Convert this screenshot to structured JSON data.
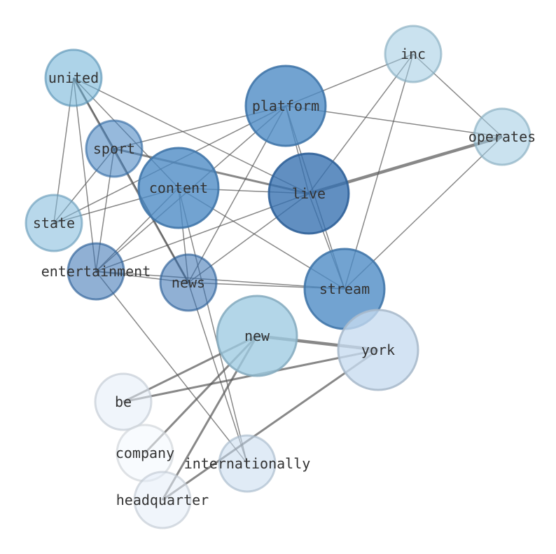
{
  "graph": {
    "nodes": [
      {
        "id": "united",
        "label": "united",
        "color": "#6aaed6",
        "weight": 0.55
      },
      {
        "id": "inc",
        "label": "inc",
        "color": "#9ecae1",
        "weight": 0.55
      },
      {
        "id": "platform",
        "label": "platform",
        "color": "#4a89c4",
        "weight": 0.78
      },
      {
        "id": "operates",
        "label": "operates",
        "color": "#9ecae1",
        "weight": 0.55
      },
      {
        "id": "sport",
        "label": "sport",
        "color": "#3f7fc0",
        "weight": 0.55
      },
      {
        "id": "content",
        "label": "content",
        "color": "#4a89c4",
        "weight": 0.78
      },
      {
        "id": "live",
        "label": "live",
        "color": "#3470b0",
        "weight": 0.78
      },
      {
        "id": "state",
        "label": "state",
        "color": "#7db8db",
        "weight": 0.55
      },
      {
        "id": "entertainment",
        "label": "entertainment",
        "color": "#3470b0",
        "weight": 0.55
      },
      {
        "id": "news",
        "label": "news",
        "color": "#3470b0",
        "weight": 0.55
      },
      {
        "id": "stream",
        "label": "stream",
        "color": "#4a89c4",
        "weight": 0.78
      },
      {
        "id": "new",
        "label": "new",
        "color": "#9ecae1",
        "weight": 0.78
      },
      {
        "id": "york",
        "label": "york",
        "color": "#c6dbef",
        "weight": 0.78
      },
      {
        "id": "be",
        "label": "be",
        "color": "#e3edf8",
        "weight": 0.55
      },
      {
        "id": "company",
        "label": "company",
        "color": "#f2f7fd",
        "weight": 0.55
      },
      {
        "id": "internationally",
        "label": "internationally",
        "color": "#c6dbef",
        "weight": 0.55
      },
      {
        "id": "headquarter",
        "label": "headquarter",
        "color": "#e3edf8",
        "weight": 0.55
      }
    ],
    "edges": [
      {
        "source": "united",
        "target": "state",
        "weight": 1
      },
      {
        "source": "united",
        "target": "sport",
        "weight": 1
      },
      {
        "source": "united",
        "target": "entertainment",
        "weight": 1
      },
      {
        "source": "united",
        "target": "news",
        "weight": 2
      },
      {
        "source": "united",
        "target": "live",
        "weight": 1
      },
      {
        "source": "united",
        "target": "content",
        "weight": 1
      },
      {
        "source": "inc",
        "target": "platform",
        "weight": 1
      },
      {
        "source": "inc",
        "target": "operates",
        "weight": 1
      },
      {
        "source": "inc",
        "target": "live",
        "weight": 1
      },
      {
        "source": "inc",
        "target": "stream",
        "weight": 1
      },
      {
        "source": "platform",
        "target": "sport",
        "weight": 1
      },
      {
        "source": "platform",
        "target": "operates",
        "weight": 1
      },
      {
        "source": "platform",
        "target": "live",
        "weight": 1
      },
      {
        "source": "platform",
        "target": "stream",
        "weight": 1
      },
      {
        "source": "platform",
        "target": "news",
        "weight": 1
      },
      {
        "source": "platform",
        "target": "entertainment",
        "weight": 1
      },
      {
        "source": "platform",
        "target": "state",
        "weight": 1
      },
      {
        "source": "operates",
        "target": "live",
        "weight": 3
      },
      {
        "source": "operates",
        "target": "stream",
        "weight": 1
      },
      {
        "source": "sport",
        "target": "live",
        "weight": 2
      },
      {
        "source": "sport",
        "target": "news",
        "weight": 1
      },
      {
        "source": "sport",
        "target": "entertainment",
        "weight": 1
      },
      {
        "source": "sport",
        "target": "state",
        "weight": 1
      },
      {
        "source": "content",
        "target": "live",
        "weight": 1
      },
      {
        "source": "content",
        "target": "stream",
        "weight": 1
      },
      {
        "source": "content",
        "target": "entertainment",
        "weight": 1
      },
      {
        "source": "content",
        "target": "news",
        "weight": 1
      },
      {
        "source": "content",
        "target": "internationally",
        "weight": 1
      },
      {
        "source": "content",
        "target": "state",
        "weight": 1
      },
      {
        "source": "live",
        "target": "entertainment",
        "weight": 1
      },
      {
        "source": "live",
        "target": "news",
        "weight": 1
      },
      {
        "source": "live",
        "target": "stream",
        "weight": 1
      },
      {
        "source": "entertainment",
        "target": "news",
        "weight": 1
      },
      {
        "source": "entertainment",
        "target": "stream",
        "weight": 1
      },
      {
        "source": "entertainment",
        "target": "internationally",
        "weight": 1
      },
      {
        "source": "news",
        "target": "stream",
        "weight": 1
      },
      {
        "source": "news",
        "target": "internationally",
        "weight": 1
      },
      {
        "source": "new",
        "target": "york",
        "weight": 3
      },
      {
        "source": "new",
        "target": "be",
        "weight": 2
      },
      {
        "source": "new",
        "target": "company",
        "weight": 2
      },
      {
        "source": "new",
        "target": "headquarter",
        "weight": 2
      },
      {
        "source": "york",
        "target": "be",
        "weight": 2
      },
      {
        "source": "york",
        "target": "headquarter",
        "weight": 2
      }
    ]
  }
}
